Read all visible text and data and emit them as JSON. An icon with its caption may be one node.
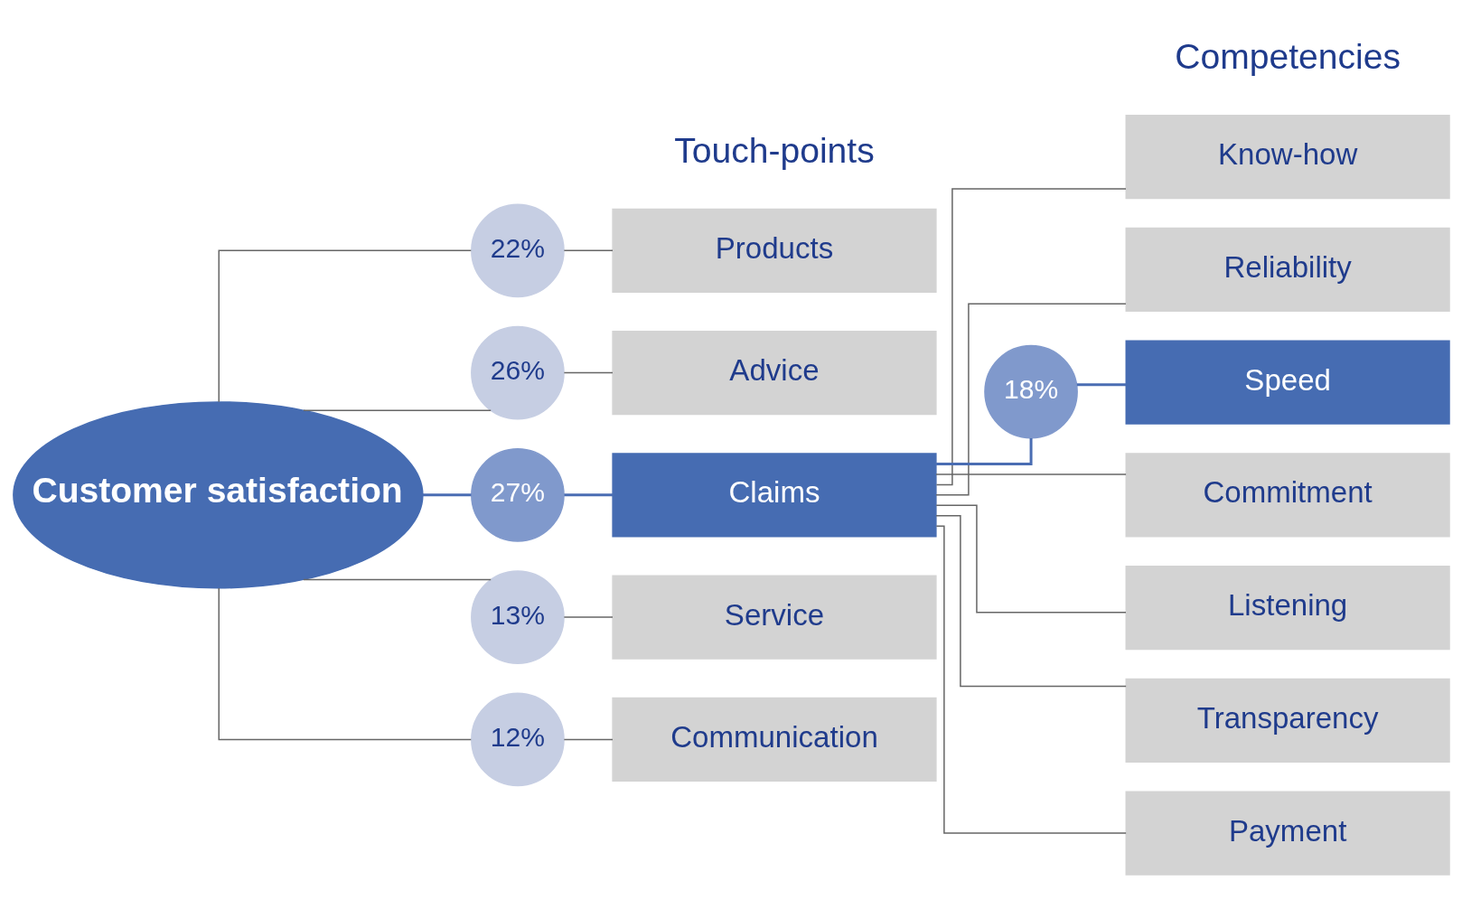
{
  "diagram": {
    "nodes": [
      {
        "text": [
          "Customer satisfaction"
        ]
      },
      {
        "text": [
          "22%"
        ]
      },
      {
        "text": [
          "Products"
        ]
      },
      {
        "text": [
          "26%"
        ]
      },
      {
        "text": [
          "Advice"
        ]
      },
      {
        "text": [
          "27%"
        ]
      },
      {
        "text": [
          "Claims"
        ]
      },
      {
        "text": [
          "13%"
        ]
      },
      {
        "text": [
          "Service"
        ]
      },
      {
        "text": [
          "12%"
        ]
      },
      {
        "text": [
          "Communication"
        ]
      },
      {
        "text": [
          "Know-how"
        ]
      },
      {
        "text": [
          "Reliability"
        ]
      },
      {
        "text": [
          "18%"
        ]
      },
      {
        "text": [
          "Speed"
        ]
      },
      {
        "text": [
          "Commitment"
        ]
      },
      {
        "text": [
          "Listening"
        ]
      },
      {
        "text": [
          "Transparency"
        ]
      },
      {
        "text": [
          "Payment"
        ]
      }
    ],
    "edges": [
      {
        "from": 0,
        "to": 1,
        "arrow": "none"
      },
      {
        "from": 0,
        "to": 3,
        "arrow": "none"
      },
      {
        "from": 0,
        "to": 5,
        "arrow": "none",
        "color": "#4a6db3"
      },
      {
        "from": 0,
        "to": 7,
        "arrow": "none"
      },
      {
        "from": 0,
        "to": 9,
        "arrow": "none"
      },
      {
        "from": 1,
        "to": 2,
        "arrow": "none"
      },
      {
        "from": 3,
        "to": 4,
        "arrow": "none"
      },
      {
        "from": 5,
        "to": 6,
        "arrow": "none",
        "color": "#4a6db3"
      },
      {
        "from": 7,
        "to": 8,
        "arrow": "none"
      },
      {
        "from": 9,
        "to": 10,
        "arrow": "none"
      },
      {
        "from": 6,
        "to": 11,
        "arrow": "none"
      },
      {
        "from": 6,
        "to": 12,
        "arrow": "none"
      },
      {
        "from": 6,
        "to": 13,
        "arrow": "none",
        "color": "#4a6db3"
      },
      {
        "from": 13,
        "to": 14,
        "arrow": "none",
        "color": "#4a6db3"
      },
      {
        "from": 6,
        "to": 15,
        "arrow": "none"
      },
      {
        "from": 6,
        "to": 16,
        "arrow": "none"
      },
      {
        "from": 6,
        "to": 17,
        "arrow": "none"
      },
      {
        "from": 6,
        "to": 18,
        "arrow": "none"
      }
    ],
    "labels": [
      "Touch-points",
      "Competencies"
    ]
  }
}
